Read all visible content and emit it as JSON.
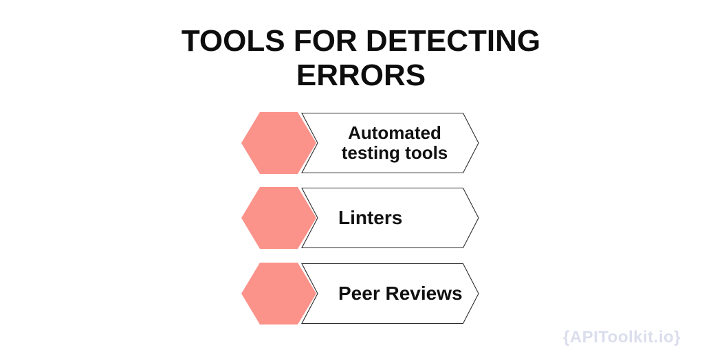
{
  "title": "TOOLS FOR DETECTING ERRORS",
  "items": [
    {
      "label": "Automated testing tools"
    },
    {
      "label": "Linters"
    },
    {
      "label": "Peer Reviews"
    }
  ],
  "watermark": "{APIToolkit.io}",
  "colors": {
    "background": "#FFFFFF",
    "hexagon": "#FC938B",
    "banner_fill": "#FFFFFF",
    "banner_stroke": "#2A2A2A",
    "title_text": "#0D0D0D",
    "item_text": "#111111",
    "watermark_text": "#DBDEEC"
  }
}
